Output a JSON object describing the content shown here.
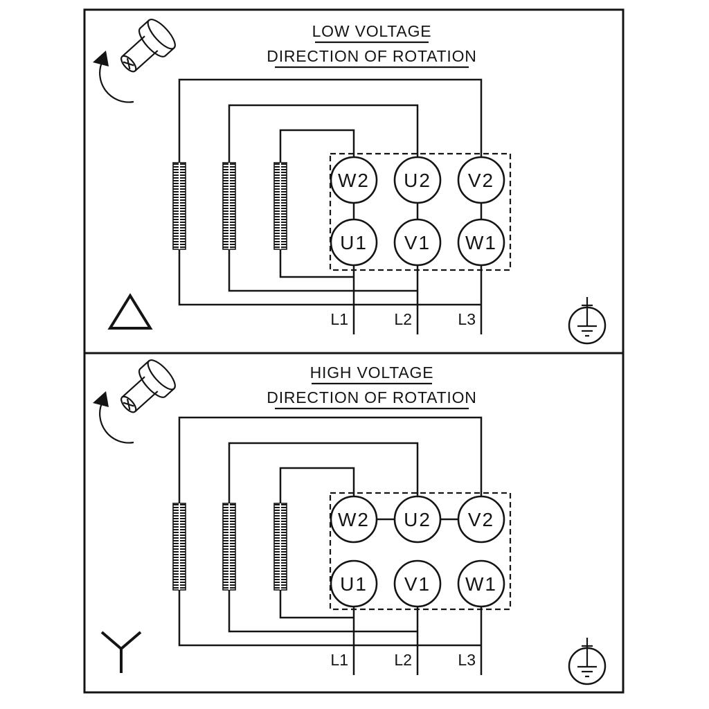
{
  "diagram": {
    "background_color": "#ffffff",
    "line_color": "#141414",
    "panels": [
      {
        "id": "low-voltage",
        "title": "LOW VOLTAGE",
        "subtitle": "DIRECTION OF ROTATION",
        "connection": "delta",
        "terminals_top": [
          "W2",
          "U2",
          "V2"
        ],
        "terminals_bottom": [
          "U1",
          "V1",
          "W1"
        ],
        "supply_lines": [
          "L1",
          "L2",
          "L3"
        ],
        "icons": [
          "rotation-direction-icon",
          "delta-symbol",
          "earth-ground-icon"
        ]
      },
      {
        "id": "high-voltage",
        "title": "HIGH VOLTAGE",
        "subtitle": "DIRECTION OF ROTATION",
        "connection": "star",
        "terminals_top": [
          "W2",
          "U2",
          "V2"
        ],
        "terminals_bottom": [
          "U1",
          "V1",
          "W1"
        ],
        "supply_lines": [
          "L1",
          "L2",
          "L3"
        ],
        "icons": [
          "rotation-direction-icon",
          "star-symbol",
          "earth-ground-icon"
        ]
      }
    ]
  }
}
